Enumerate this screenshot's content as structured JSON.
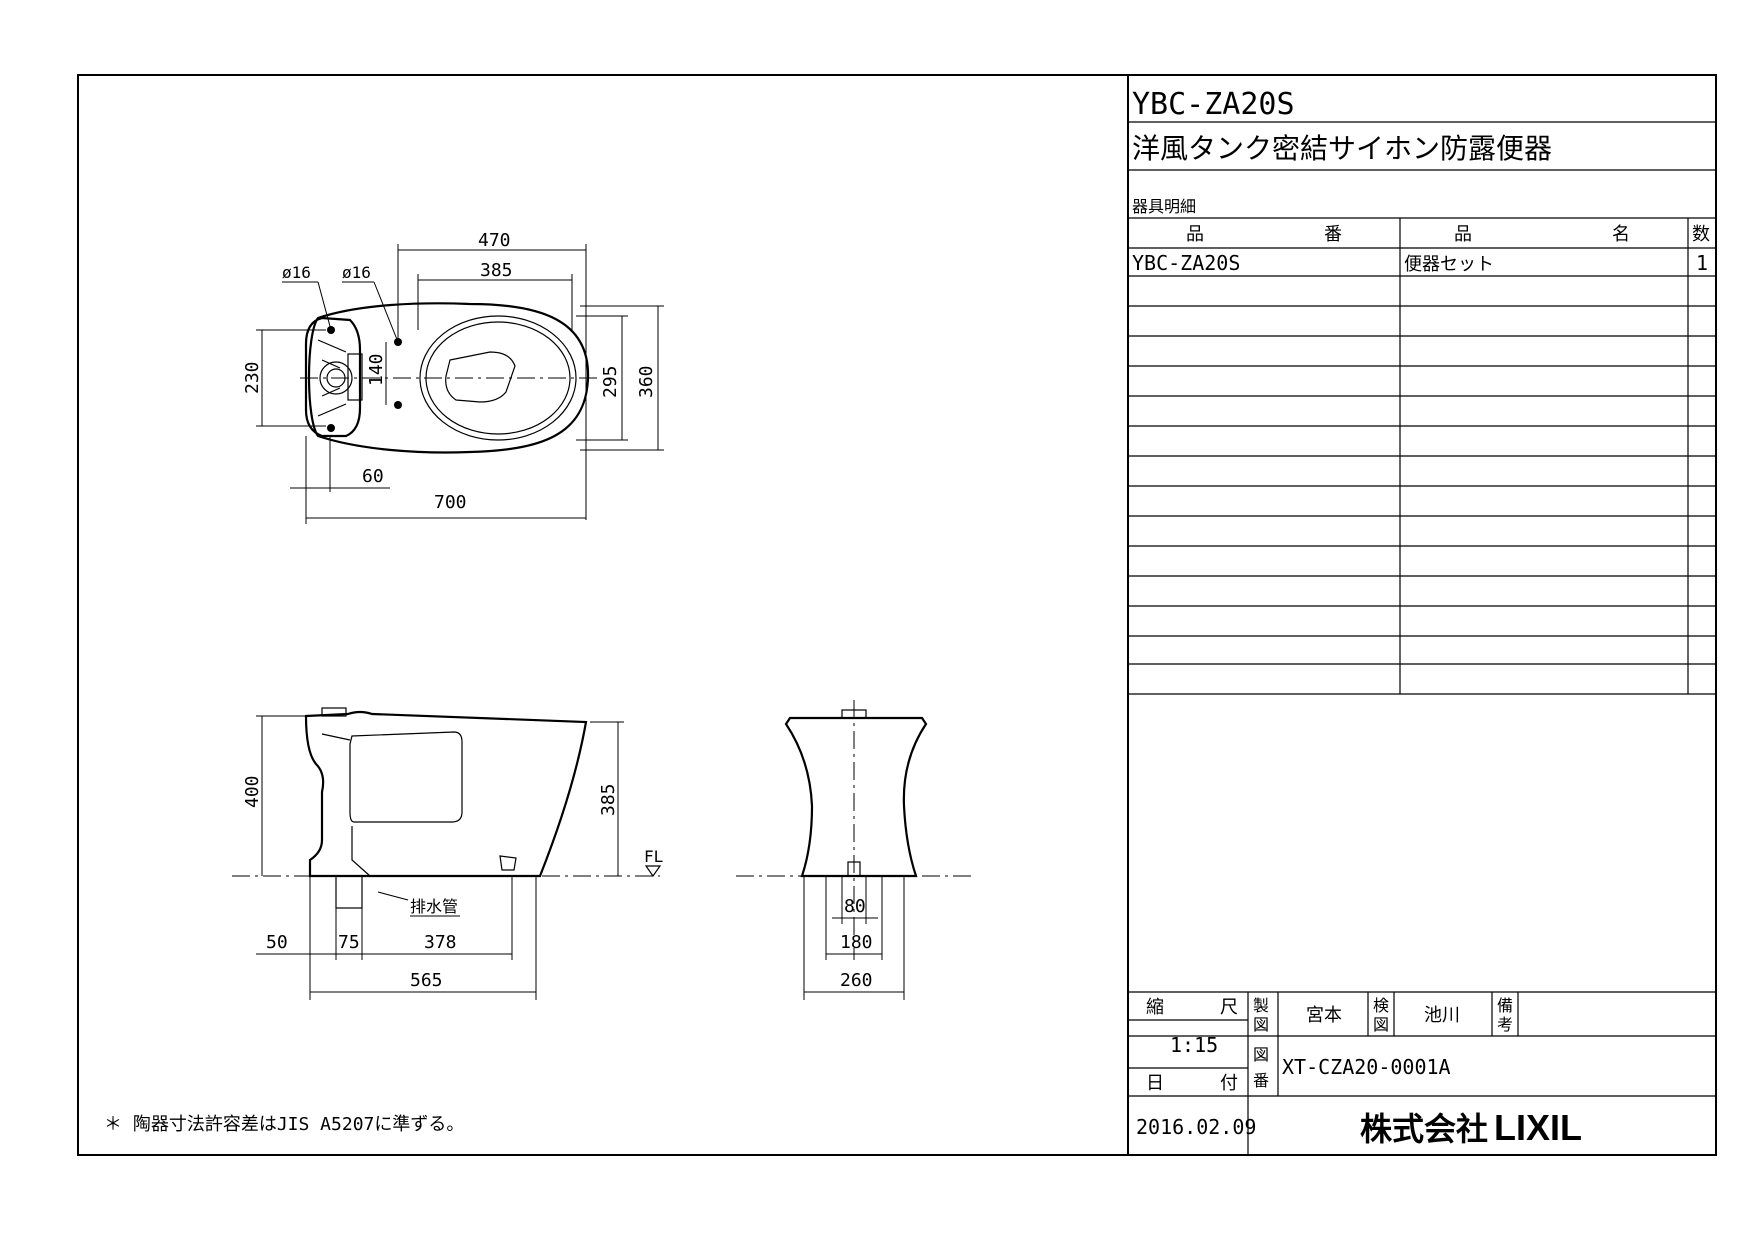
{
  "title_block": {
    "model": "YBC-ZA20S",
    "product_name": "洋風タンク密結サイホン防露便器",
    "parts_detail_label": "器具明細",
    "col_part_no_a": "品",
    "col_part_no_b": "番",
    "col_name_a": "品",
    "col_name_b": "名",
    "col_qty": "数",
    "rows": [
      {
        "part_no": "YBC-ZA20S",
        "name": "便器セット",
        "qty": "1"
      }
    ],
    "scale_label_a": "縮",
    "scale_label_b": "尺",
    "scale_value": "1:15",
    "date_label_a": "日",
    "date_label_b": "付",
    "date_value": "2016.02.09",
    "drawn_label_a": "製",
    "drawn_label_b": "図",
    "drawn_by": "宮本",
    "checked_label_a": "検",
    "checked_label_b": "図",
    "checked_by": "池川",
    "remarks_label_a": "備",
    "remarks_label_b": "考",
    "drawing_no_label_a": "図",
    "drawing_no_label_b": "番",
    "drawing_no": "XT-CZA20-0001A",
    "company": "株式会社",
    "brand": "LIXIL"
  },
  "note": "＊ 陶器寸法許容差はJIS A5207に準ずる。",
  "dimensions": {
    "plan": {
      "d470": "470",
      "d385": "385",
      "phi16_a": "ø16",
      "phi16_b": "ø16",
      "d230": "230",
      "d140": "140",
      "d295": "295",
      "d360": "360",
      "d60": "60",
      "d700": "700"
    },
    "side": {
      "d400": "400",
      "d385": "385",
      "fl": "FL",
      "drain": "排水管",
      "d50": "50",
      "d75": "75",
      "d378": "378",
      "d565": "565"
    },
    "front": {
      "d80": "80",
      "d180": "180",
      "d260": "260"
    }
  }
}
